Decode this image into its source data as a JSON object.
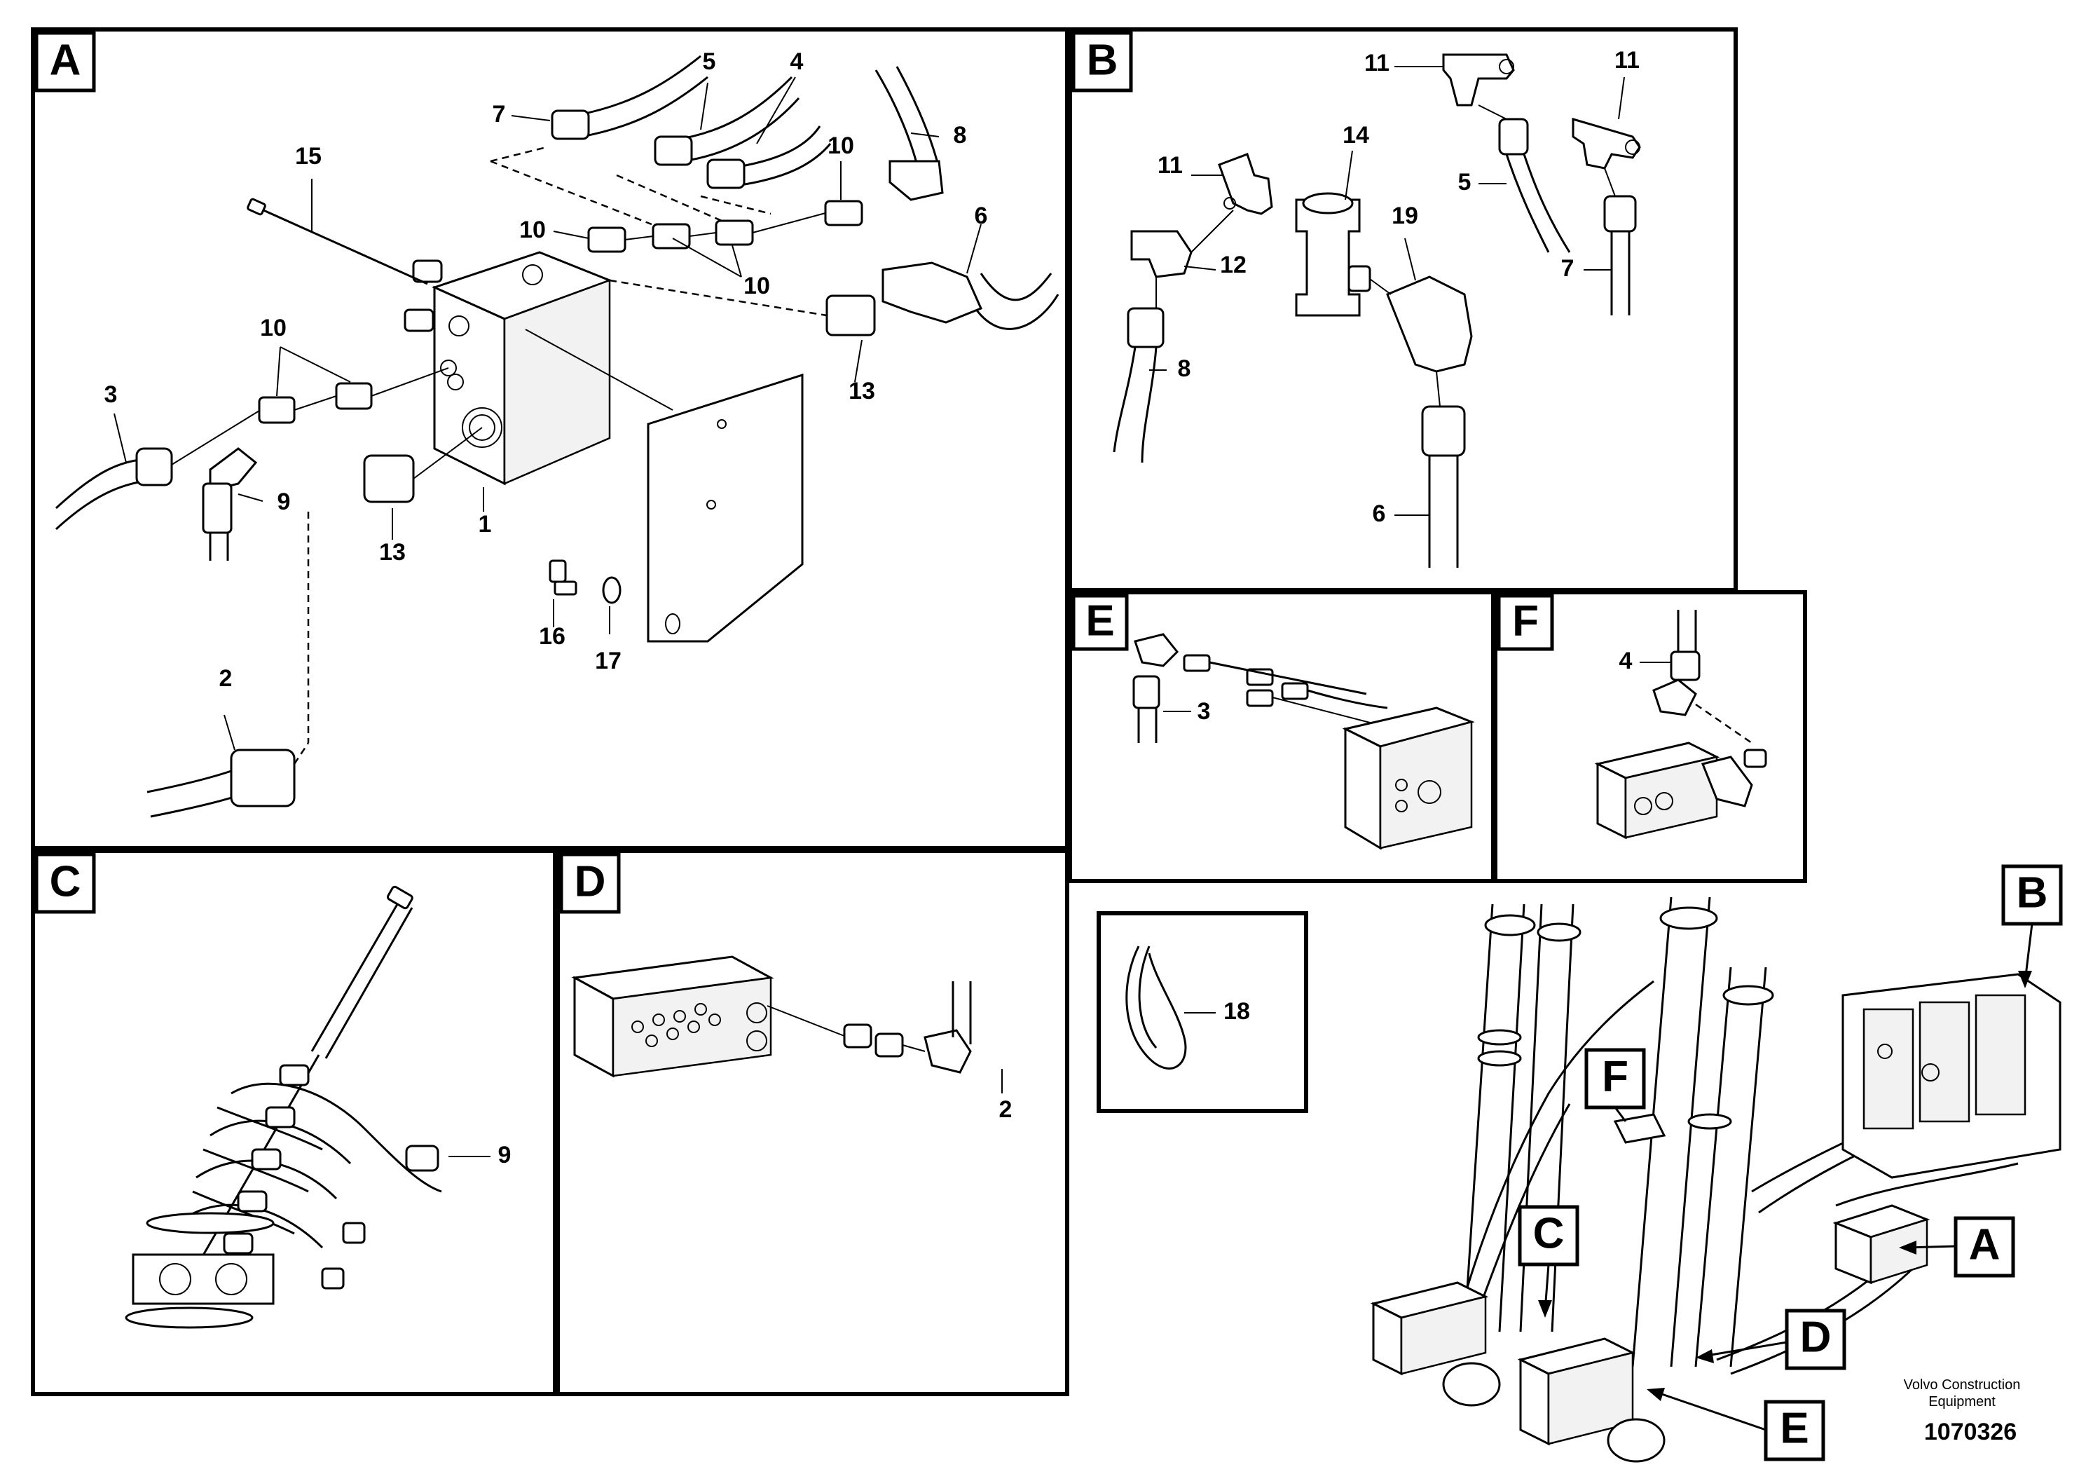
{
  "panels": [
    {
      "id": "A",
      "letter": "A",
      "labels": [
        "7",
        "5",
        "4",
        "8",
        "15",
        "10",
        "10",
        "10",
        "10",
        "10",
        "6",
        "3",
        "13",
        "9",
        "13",
        "1",
        "16",
        "17",
        "2"
      ]
    },
    {
      "id": "B",
      "letter": "B",
      "labels": [
        "11",
        "11",
        "11",
        "14",
        "19",
        "12",
        "5",
        "7",
        "8",
        "6"
      ]
    },
    {
      "id": "C",
      "letter": "C",
      "labels": [
        "9"
      ]
    },
    {
      "id": "D",
      "letter": "D",
      "labels": [
        "2"
      ]
    },
    {
      "id": "E",
      "letter": "E",
      "labels": [
        "3"
      ]
    },
    {
      "id": "F",
      "letter": "F",
      "labels": [
        "4"
      ]
    }
  ],
  "detail_18": {
    "label": "18"
  },
  "overview_callouts": [
    "B",
    "F",
    "C",
    "A",
    "D",
    "E"
  ],
  "footer": {
    "brand_line1": "Volvo Construction",
    "brand_line2": "Equipment",
    "doc_number": "1070326"
  }
}
